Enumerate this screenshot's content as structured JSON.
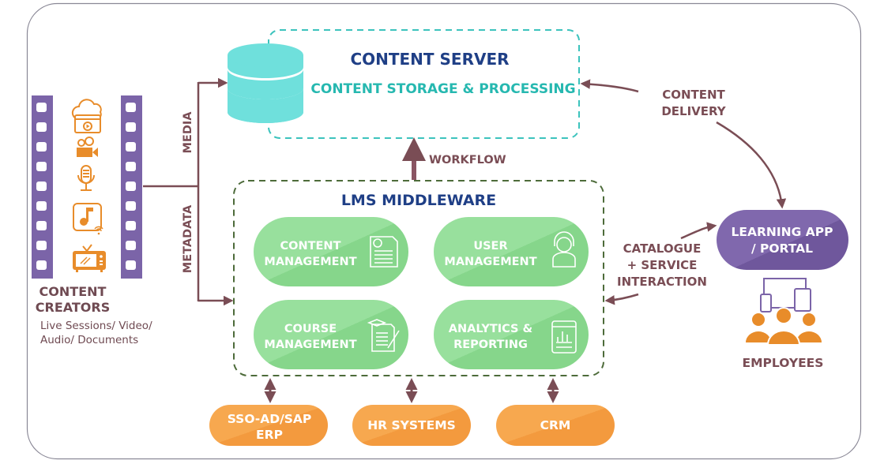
{
  "colors": {
    "arrow": "#7a4d55",
    "label": "#7a4d55",
    "server_title": "#1f3f86",
    "server_sub": "#26b8b0",
    "server_border": "#3cc3bd",
    "db": "#6fe0dc",
    "middleware_border": "#4d6b3a",
    "module_fill": "#8fdc95",
    "purple": "#7b64a8",
    "orange": "#f5a048",
    "icon_orange": "#e88c2a"
  },
  "content_creators": {
    "title_line1": "CONTENT",
    "title_line2": "CREATORS",
    "sub_line1": "Live Sessions/ Video/",
    "sub_line2": "Audio/ Documents",
    "icons": [
      "cloud-video-icon",
      "video-camera-icon",
      "microphone-icon",
      "music-note-icon",
      "television-icon"
    ]
  },
  "flows": {
    "media": "MEDIA",
    "metadata": "METADATA",
    "workflow": "WORKFLOW",
    "delivery_line1": "CONTENT",
    "delivery_line2": "DELIVERY",
    "catalogue_line1": "CATALOGUE",
    "catalogue_line2": "+ SERVICE",
    "catalogue_line3": "INTERACTION"
  },
  "content_server": {
    "title": "CONTENT SERVER",
    "subtitle": "CONTENT STORAGE & PROCESSING"
  },
  "middleware": {
    "title": "LMS MIDDLEWARE",
    "modules": [
      {
        "line1": "CONTENT",
        "line2": "MANAGEMENT",
        "icon": "document-gear-icon"
      },
      {
        "line1": "USER",
        "line2": "MANAGEMENT",
        "icon": "user-headset-icon"
      },
      {
        "line1": "COURSE",
        "line2": "MANAGEMENT",
        "icon": "document-pencil-icon"
      },
      {
        "line1": "ANALYTICS &",
        "line2": "REPORTING",
        "icon": "report-chart-icon"
      }
    ]
  },
  "portal": {
    "line1": "LEARNING APP",
    "line2": "/ PORTAL"
  },
  "employees": {
    "label": "EMPLOYEES"
  },
  "integrations": [
    {
      "line1": "SSO-AD/SAP",
      "line2": "ERP"
    },
    {
      "line1": "HR SYSTEMS",
      "line2": ""
    },
    {
      "line1": "CRM",
      "line2": ""
    }
  ]
}
